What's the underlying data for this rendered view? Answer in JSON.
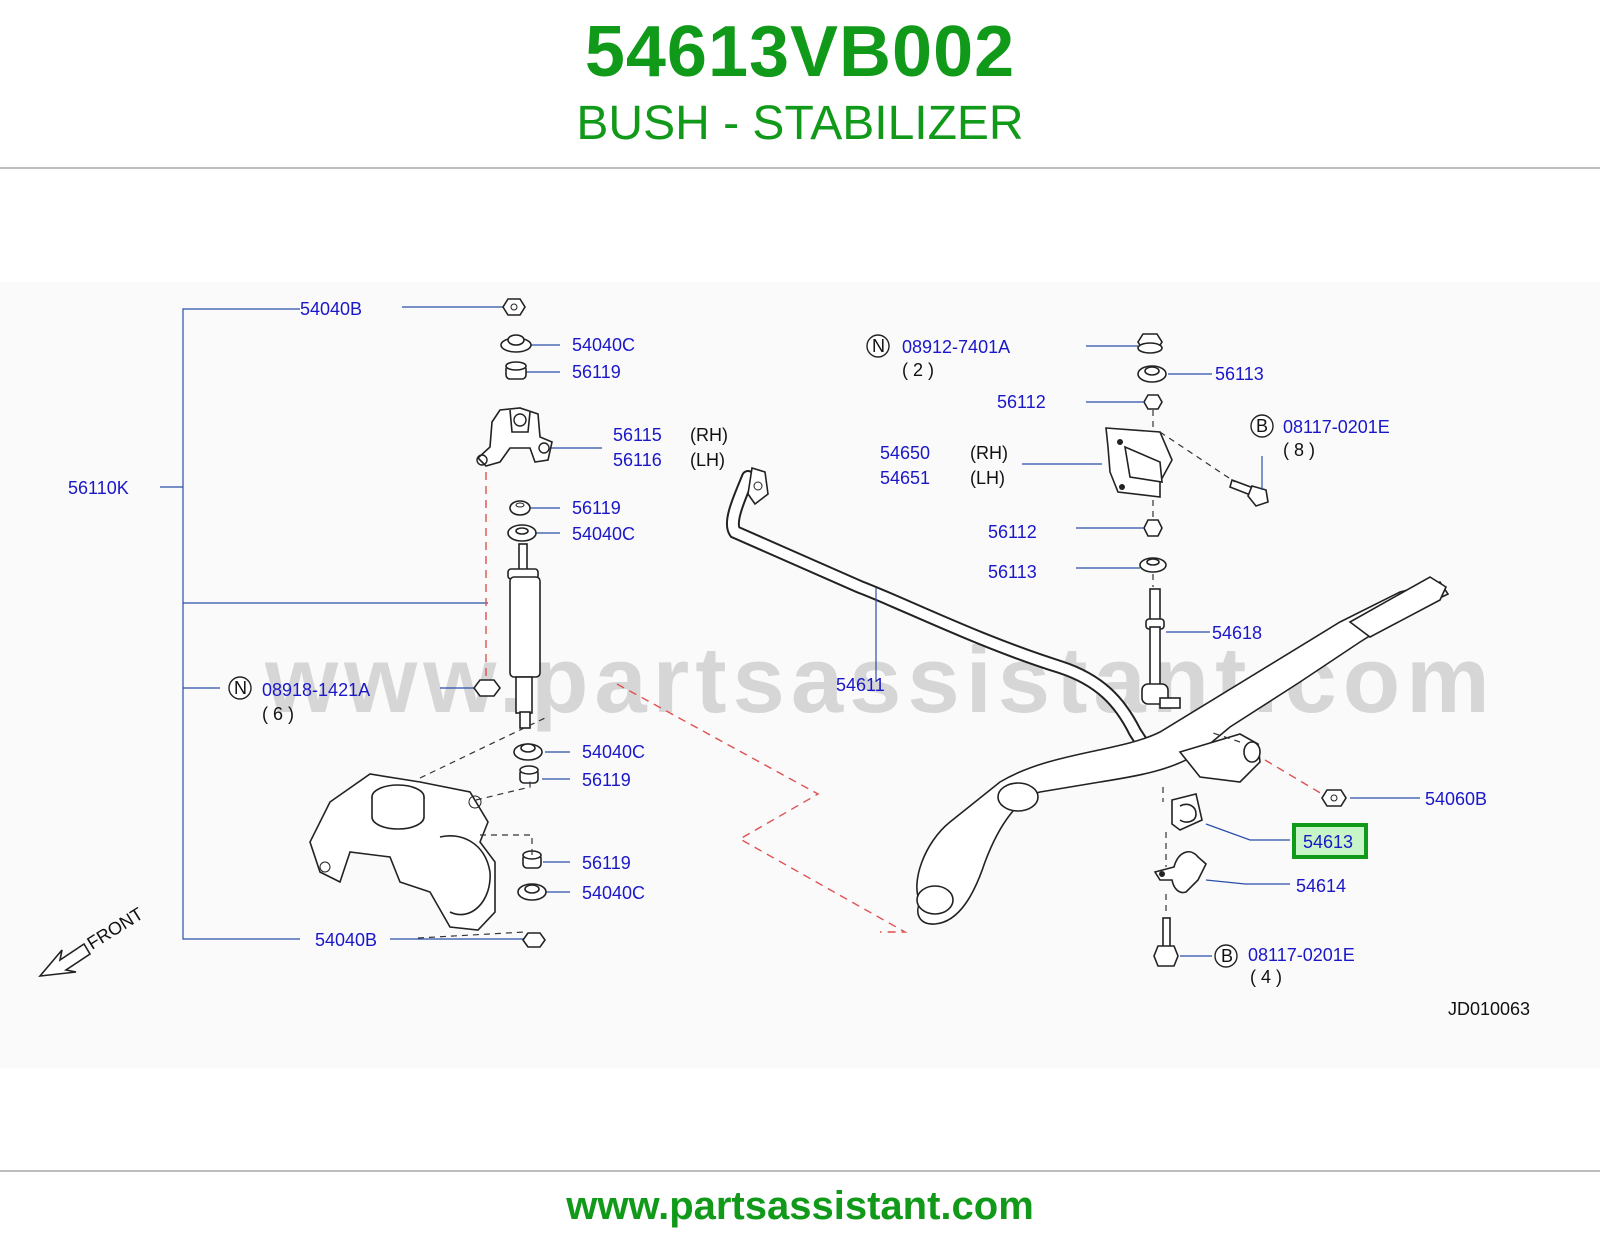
{
  "header": {
    "part_number": "54613VB002",
    "part_name": "BUSH - STABILIZER"
  },
  "diagram": {
    "watermark": "www.partsassistant.com",
    "front_label": "FRONT",
    "drawing_code": "JD010063",
    "highlighted_callout": "54613",
    "colors": {
      "brand_green": "#119A1A",
      "callout_blue": "#1a17c8",
      "highlight_border": "#119A1A",
      "highlight_fill": "#c8f5c8",
      "dashed_red": "#e05050"
    },
    "callouts": {
      "c54040B_top": "54040B",
      "c54040C_1": "54040C",
      "c56119_1": "56119",
      "c56115": "56115",
      "c56115_side": "(RH)",
      "c56116": "56116",
      "c56116_side": "(LH)",
      "c56110K": "56110K",
      "c56119_2": "56119",
      "c54040C_2": "54040C",
      "c08918_marker": "N",
      "c08918": "08918-1421A",
      "c08918_qty": "( 6 )",
      "c54040C_3": "54040C",
      "c56119_3": "56119",
      "c56119_4": "56119",
      "c54040C_4": "54040C",
      "c54040B_bottom": "54040B",
      "c08912_marker": "N",
      "c08912": "08912-7401A",
      "c08912_qty": "( 2 )",
      "c56113_1": "56113",
      "c56112_1": "56112",
      "c08117_top_marker": "B",
      "c08117_top": "08117-0201E",
      "c08117_top_qty": "( 8 )",
      "c54650": "54650",
      "c54650_side": "(RH)",
      "c54651": "54651",
      "c54651_side": "(LH)",
      "c56112_2": "56112",
      "c56113_2": "56113",
      "c54618": "54618",
      "c54611": "54611",
      "c54060B": "54060B",
      "c54613": "54613",
      "c54614": "54614",
      "c08117_bottom_marker": "B",
      "c08117_bottom": "08117-0201E",
      "c08117_bottom_qty": "( 4 )"
    }
  },
  "footer": {
    "url": "www.partsassistant.com"
  }
}
